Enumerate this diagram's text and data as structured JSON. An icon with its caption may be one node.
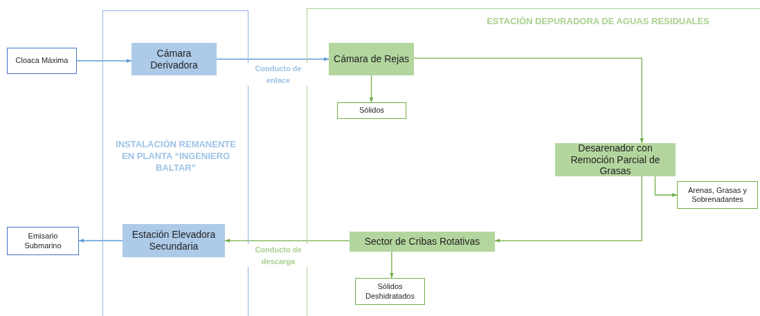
{
  "diagram": {
    "nodes": [
      {
        "text": [
          "INSTALACIÓN REMANENTE EN PLANTA “INGENIERO BALTAR”"
        ]
      },
      {
        "text": [
          "ESTACIÓN DEPURADORA DE AGUAS RESIDUALES"
        ]
      },
      {
        "text": [
          "Cloaca Máxima"
        ]
      },
      {
        "text": [
          "Cámara Derivadora"
        ],
        "in": 0
      },
      {
        "text": [
          "Cámara de Rejas"
        ],
        "in": 1
      },
      {
        "text": [
          "Sólidos"
        ],
        "in": 1
      },
      {
        "text": [
          "Desarenador con Remoción Parcial de Grasas"
        ],
        "in": 1
      },
      {
        "text": [
          "Arenas, Grasas y Sobrenadantes"
        ],
        "in": 1
      },
      {
        "text": [
          "Sector de Cribas Rotativas"
        ],
        "in": 1
      },
      {
        "text": [
          "Sólidos Deshidratados"
        ],
        "in": 1
      },
      {
        "text": [
          "Estación Elevadora Secundaria"
        ],
        "in": 0
      },
      {
        "text": [
          "Emisario Submarino"
        ]
      }
    ],
    "edges": [
      {
        "from": 2,
        "to": 3,
        "arrow": "to",
        "color": "#5b9bd5"
      },
      {
        "from": 3,
        "to": 4,
        "arrow": "to",
        "label": "Conducto de enlace",
        "color": "#5b9bd5"
      },
      {
        "from": 4,
        "to": 5,
        "arrow": "to"
      },
      {
        "from": 4,
        "to": 6,
        "arrow": "to"
      },
      {
        "from": 6,
        "to": 7,
        "arrow": "to"
      },
      {
        "from": 6,
        "to": 8,
        "arrow": "to"
      },
      {
        "from": 8,
        "to": 9,
        "arrow": "to"
      },
      {
        "from": 8,
        "to": 10,
        "arrow": "to",
        "label": "Conducto de descarga"
      },
      {
        "from": 10,
        "to": 11,
        "arrow": "to",
        "color": "#5b9bd5"
      }
    ]
  }
}
